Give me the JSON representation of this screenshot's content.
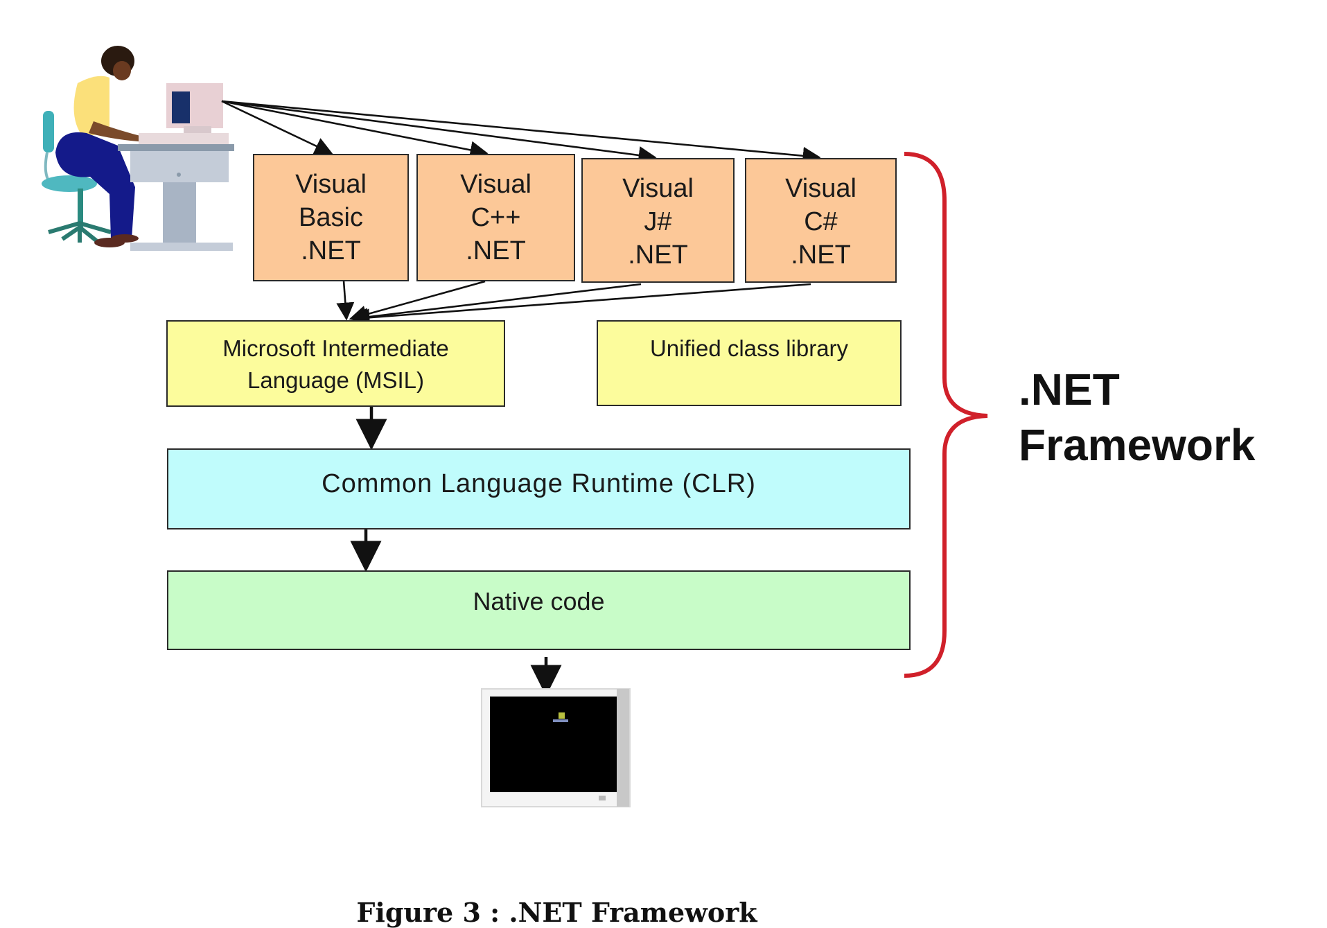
{
  "diagram": {
    "languages": [
      {
        "line1": "Visual",
        "line2": "Basic",
        "line3": ".NET"
      },
      {
        "line1": "Visual",
        "line2": "C++",
        "line3": ".NET"
      },
      {
        "line1": "Visual",
        "line2": "J#",
        "line3": ".NET"
      },
      {
        "line1": "Visual",
        "line2": "C#",
        "line3": ".NET"
      }
    ],
    "msil": {
      "line1": "Microsoft Intermediate",
      "line2": "Language (MSIL)"
    },
    "class_library": "Unified class library",
    "clr": "Common Language Runtime (CLR)",
    "native": "Native code",
    "framework_label": {
      "line1": ".NET",
      "line2": "Framework"
    },
    "icons": {
      "developer": "developer-at-computer-icon",
      "output_monitor": "monitor-icon"
    },
    "colors": {
      "language_box": "#fcc898",
      "msil_box": "#fcfc9c",
      "clr_box": "#c0fcfc",
      "native_box": "#c8fcc8",
      "brace": "#d0202a"
    }
  },
  "caption": "Figure 3 : .NET Framework"
}
